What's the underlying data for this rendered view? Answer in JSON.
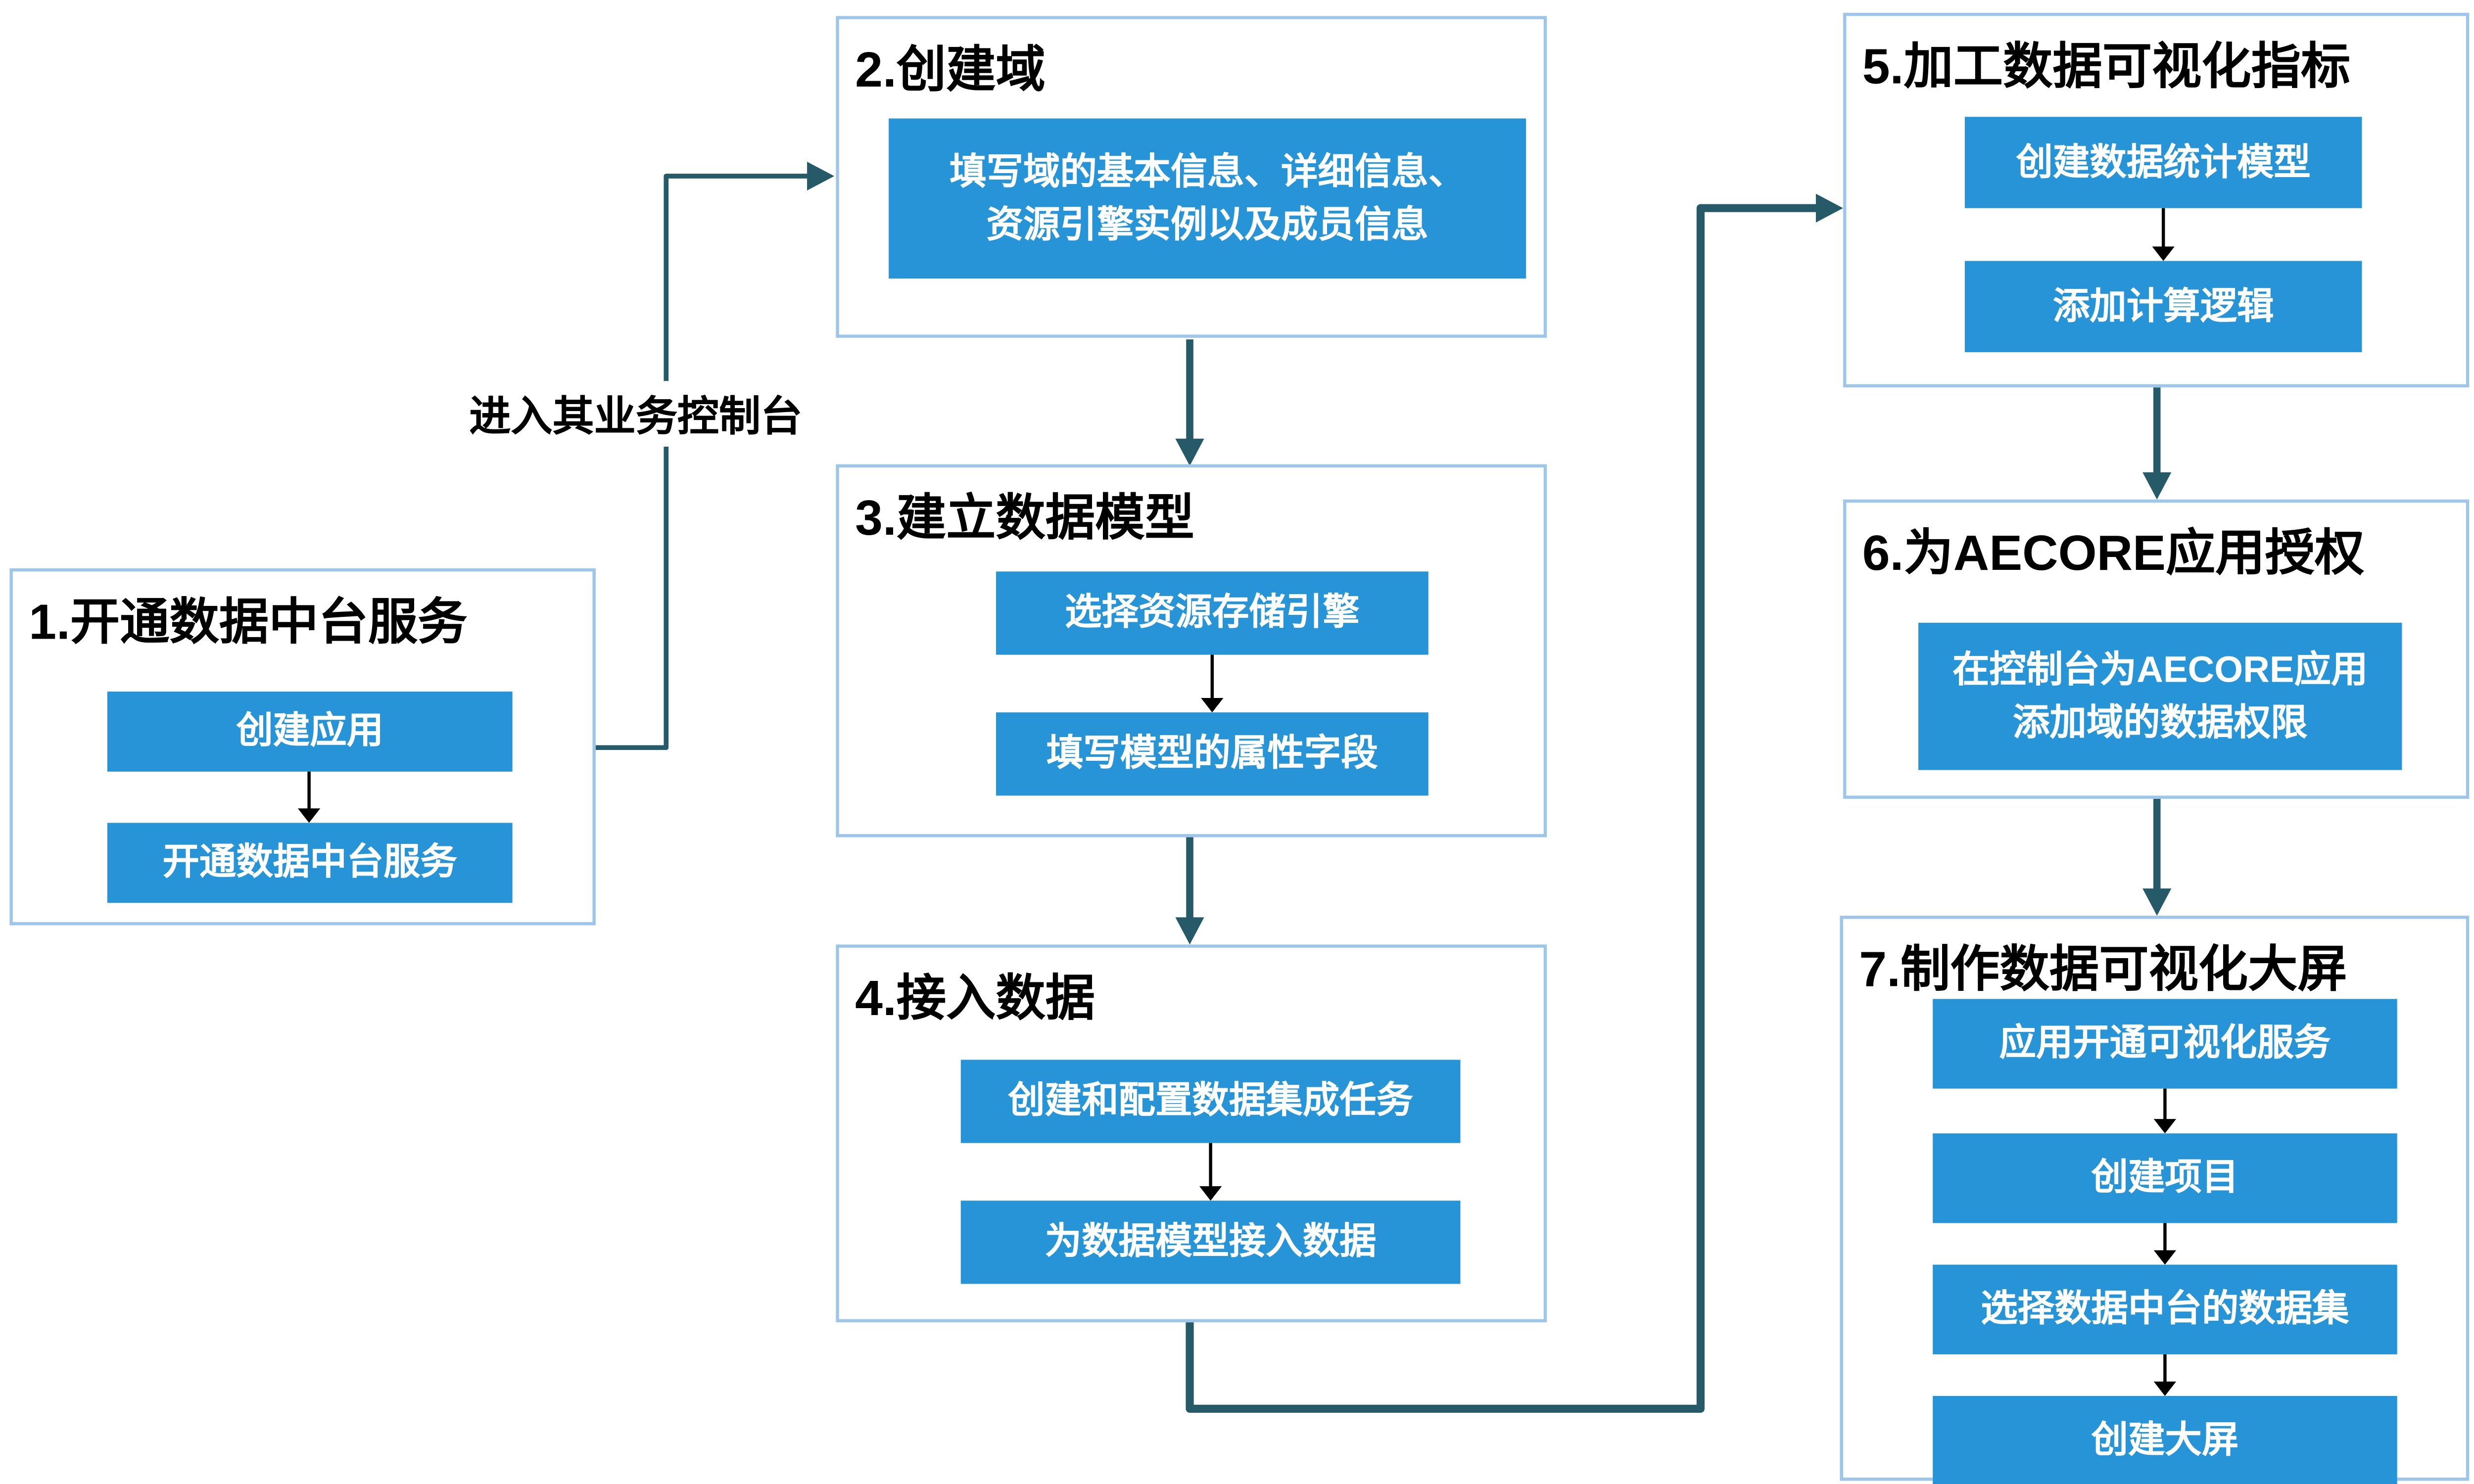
{
  "colors": {
    "step_fill": "#2694d6",
    "group_border": "#9dc6ea",
    "connector": "#275a68",
    "title_text": "#000000",
    "step_text": "#ffffff",
    "background": "#ffffff"
  },
  "edge_label": {
    "text": "进入其业务控制台"
  },
  "groups": [
    {
      "title": "1.开通数据中台服务",
      "steps": [
        "创建应用",
        "开通数据中台服务"
      ]
    },
    {
      "title": "2.创建域",
      "steps": [
        "填写域的基本信息、详细信息、\n资源引擎实例以及成员信息"
      ]
    },
    {
      "title": "3.建立数据模型",
      "steps": [
        "选择资源存储引擎",
        "填写模型的属性字段"
      ]
    },
    {
      "title": "4.接入数据",
      "steps": [
        "创建和配置数据集成任务",
        "为数据模型接入数据"
      ]
    },
    {
      "title": "5.加工数据可视化指标",
      "steps": [
        "创建数据统计模型",
        "添加计算逻辑"
      ]
    },
    {
      "title": "6.为AECORE应用授权",
      "steps": [
        "在控制台为AECORE应用\n添加域的数据权限"
      ]
    },
    {
      "title": "7.制作数据可视化大屏",
      "steps": [
        "应用开通可视化服务",
        "创建项目",
        "选择数据中台的数据集",
        "创建大屏"
      ]
    }
  ]
}
